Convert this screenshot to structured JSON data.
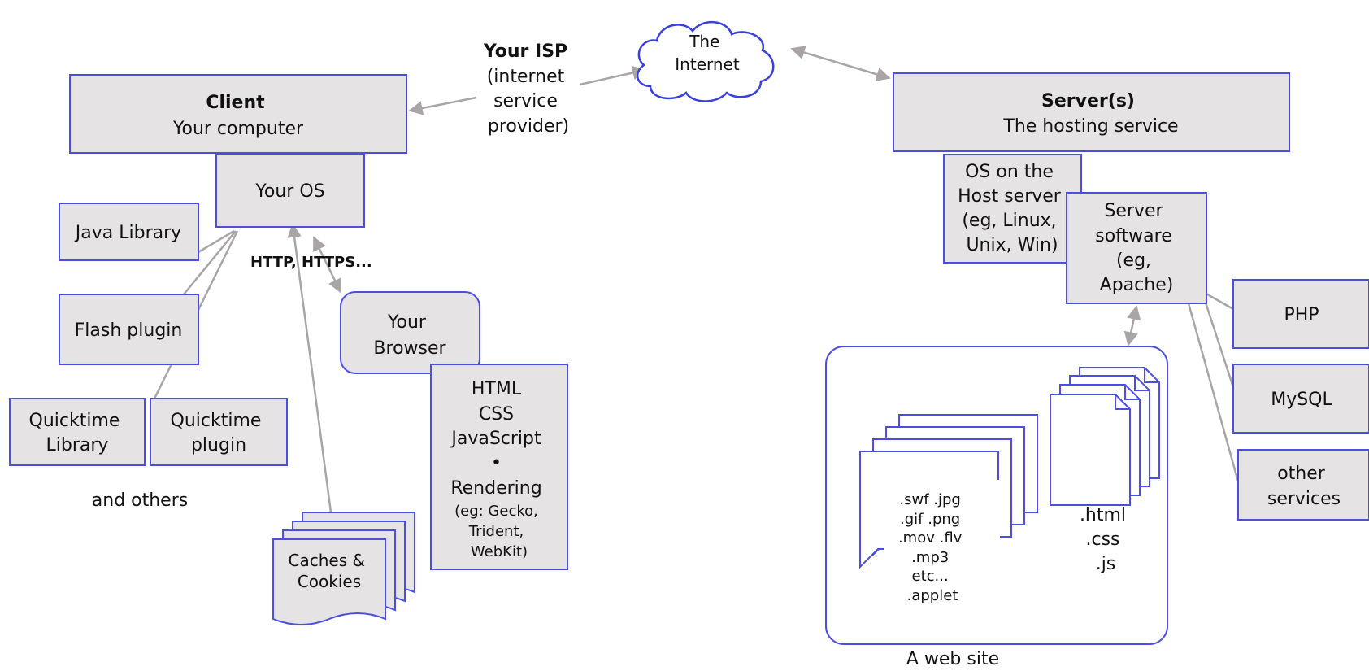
{
  "client": {
    "title": "Client",
    "subtitle": "Your computer"
  },
  "isp": {
    "title": "Your ISP",
    "lines": [
      "(internet",
      "service",
      "provider)"
    ]
  },
  "internet": {
    "lines": [
      "The",
      "Internet"
    ]
  },
  "server": {
    "title": "Server(s)",
    "subtitle": "The hosting service"
  },
  "your_os": {
    "label": "Your OS"
  },
  "java_library": {
    "label": "Java Library"
  },
  "flash_plugin": {
    "label": "Flash plugin"
  },
  "quicktime_library": {
    "lines": [
      "Quicktime",
      "Library"
    ]
  },
  "quicktime_plugin": {
    "lines": [
      "Quicktime",
      "plugin"
    ]
  },
  "and_others": {
    "label": "and  others"
  },
  "protocols": {
    "label": "HTTP, HTTPS..."
  },
  "browser": {
    "lines": [
      "Your",
      "Browser"
    ]
  },
  "browser_tech": {
    "lines": [
      "HTML",
      "CSS",
      "JavaScript",
      "•",
      "Rendering",
      "(eg:  Gecko,",
      "Trident,",
      "WebKit)"
    ]
  },
  "caches": {
    "lines": [
      "Caches &",
      "Cookies"
    ]
  },
  "host_os": {
    "lines": [
      "OS on the",
      "Host server",
      "(eg, Linux,",
      "Unix, Win)"
    ]
  },
  "server_software": {
    "lines": [
      "Server",
      "software",
      "(eg,",
      "Apache)"
    ]
  },
  "php": {
    "label": "PHP"
  },
  "mysql": {
    "label": "MySQL"
  },
  "other_services": {
    "lines": [
      "other",
      "services"
    ]
  },
  "media_files": {
    "lines": [
      ".swf   .jpg",
      ".gif    .png",
      ".mov   .flv",
      ".mp3",
      "etc...",
      ".applet"
    ]
  },
  "web_files": {
    "lines": [
      ".html",
      ".css",
      ".js"
    ]
  },
  "website": {
    "caption": "A web site"
  },
  "colors": {
    "box_fill": "#e5e3e3",
    "box_stroke": "#4b4fe0",
    "connector": "#aaa5a5",
    "cloud_stroke": "#3a3fe0"
  }
}
